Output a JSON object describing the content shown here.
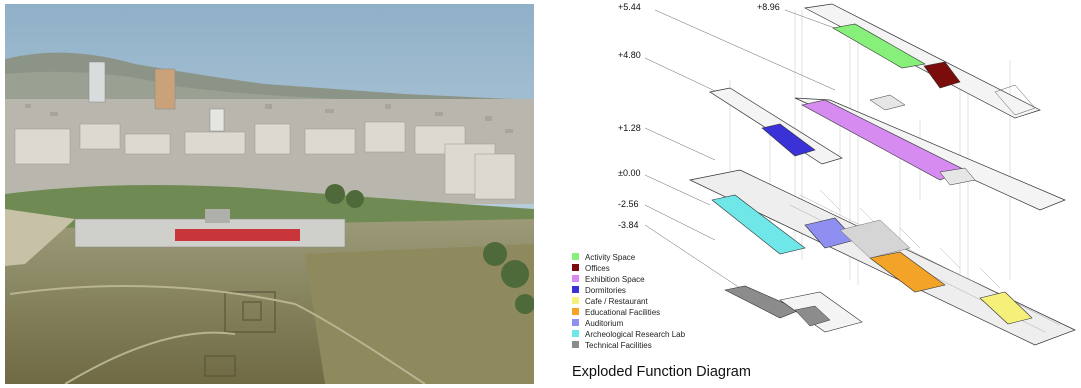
{
  "photo": {
    "description_icon": "aerial-photo"
  },
  "diagram": {
    "title": "Exploded Function Diagram",
    "levels": [
      "+5.44",
      "+8.96",
      "+4.80",
      "+1.28",
      "±0.00",
      "-2.56",
      "-3.84"
    ],
    "legend": [
      {
        "label": "Activity Space",
        "color": "#86f07a"
      },
      {
        "label": "Offices",
        "color": "#7a0c0c"
      },
      {
        "label": "Exhibition Space",
        "color": "#d68bf0"
      },
      {
        "label": "Dormitories",
        "color": "#3a32d6"
      },
      {
        "label": "Cafe / Restaurant",
        "color": "#f5f07a"
      },
      {
        "label": "Educational Facilities",
        "color": "#f2a328"
      },
      {
        "label": "Auditorium",
        "color": "#8f8ff2"
      },
      {
        "label": "Archeological Research Lab",
        "color": "#6fe6e8"
      },
      {
        "label": "Technical Facilities",
        "color": "#8c8c8c"
      }
    ]
  }
}
